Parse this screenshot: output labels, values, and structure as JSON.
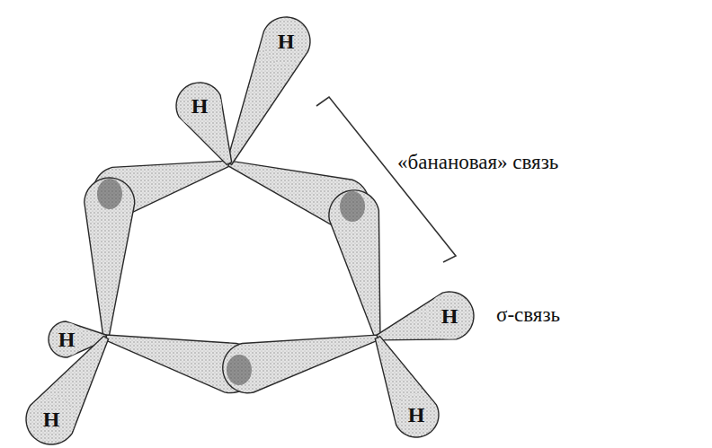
{
  "diagram": {
    "nodes": [
      {
        "text": [
          "H"
        ]
      },
      {
        "text": [
          "H"
        ]
      },
      {
        "text": [
          "H"
        ]
      },
      {
        "text": [
          "H"
        ]
      },
      {
        "text": [
          "H"
        ]
      },
      {
        "text": [
          "H"
        ]
      }
    ],
    "labels": [
      "«банановая» связь",
      "σ-связь"
    ]
  }
}
